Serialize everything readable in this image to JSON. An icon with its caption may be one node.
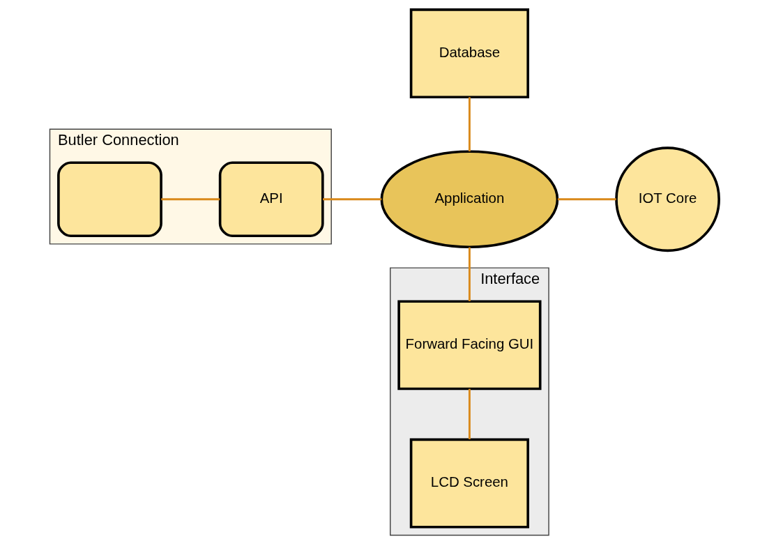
{
  "diagram": {
    "nodes": [
      {
        "text": [
          "Butler Connection"
        ]
      },
      {
        "text": [],
        "shape": "box",
        "in": 0
      },
      {
        "text": [
          "API"
        ],
        "in": 0
      },
      {
        "text": [
          "Database"
        ]
      },
      {
        "text": [
          "Application"
        ]
      },
      {
        "text": [
          "IOT Core"
        ]
      },
      {
        "text": [
          "Interface"
        ]
      },
      {
        "text": [
          "Forward Facing GUI"
        ],
        "in": 6
      },
      {
        "text": [
          "LCD Screen"
        ],
        "in": 6
      }
    ],
    "edges": [
      {
        "from": 1,
        "to": 2,
        "arrow": "none"
      },
      {
        "from": 2,
        "to": 4,
        "arrow": "none"
      },
      {
        "from": 3,
        "to": 4,
        "arrow": "none"
      },
      {
        "from": 4,
        "to": 5,
        "arrow": "none"
      },
      {
        "from": 4,
        "to": 7,
        "arrow": "none"
      },
      {
        "from": 7,
        "to": 8,
        "arrow": "none"
      }
    ]
  }
}
